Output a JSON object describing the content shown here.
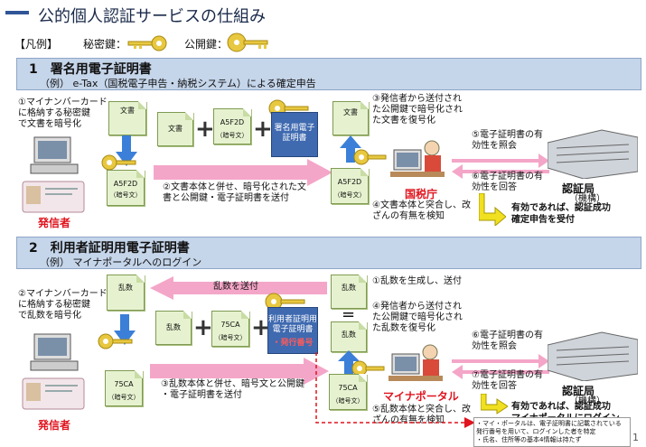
{
  "title": "公的個人認証サービスの仕組み",
  "legend": {
    "label": "【凡例】",
    "private_key": "秘密鍵：",
    "public_key": "公開鍵："
  },
  "section1": {
    "title": "1　署名用電子証明書",
    "subtitle": "（例） e-Tax（国税電子申告・納税システム）による確定申告",
    "step1": "①マイナンバーカード\nに格納する秘密鍵\nで文書を暗号化",
    "doc1": "文書",
    "doc2": "文書",
    "cipher": "A5F2D",
    "cipher_note": "（暗号文）",
    "cert": "署名用電子\n証明書",
    "doc_received": "文書",
    "cipher_received": "A5F2D",
    "step2": "②文書本体と併せ、暗号化された文\n書と公開鍵・電子証明書を送付",
    "step3": "③発信者から送付され\nた公開鍵で暗号化され\nた文書を復号化",
    "step4": "④文書本体と突合し、改\nざんの有無を検知",
    "step5": "⑤電子証明書の有\n効性を照会",
    "step6": "⑥電子証明書の有\n効性を回答",
    "sender": "発信者",
    "receiver": "国税庁",
    "authority": "認証局",
    "authority_sub": "（機構）",
    "result": "有効であれば、認証成功\n確定申告を受付"
  },
  "section2": {
    "title": "2　利用者証明用電子証明書",
    "subtitle": "（例） マイナポータルへのログイン",
    "step1": "①乱数を生成し、送付",
    "random_send": "乱数を送付",
    "step2": "②マイナンバーカード\nに格納する秘密鍵\nで乱数を暗号化",
    "rand1": "乱数",
    "rand2": "乱数",
    "rand3": "乱数",
    "rand4": "乱数",
    "cipher": "75CA",
    "cipher_note": "（暗号文）",
    "cert": "利用者証明用\n電子証明書",
    "cert_red": "・発行番号",
    "eq": "=",
    "step3": "③乱数本体と併せ、暗号文と公開鍵\n・電子証明書を送付",
    "step4": "④発信者から送付され\nた公開鍵で暗号化され\nた乱数を復号化",
    "step5": "⑤乱数本体と突合し、改\nざんの有無を検知",
    "step6": "⑥電子証明書の有\n効性を照会",
    "step7": "⑦電子証明書の有\n効性を回答",
    "sender": "発信者",
    "receiver": "マイナポータル",
    "authority": "認証局",
    "authority_sub": "（機構）",
    "result": "有効であれば、認証成功\nマイナポータルにログイン",
    "note": "・マイ・ポータルは、電子証明書に記載されている\n発行番号を用いて、ログインした者を特定\n・氏名、住所等の基本4情報は持たず"
  },
  "page_number": "1",
  "colors": {
    "band": "#c5d5ea",
    "pink_arrow": "#f4a6c8",
    "blue_arrow": "#3b7fd8",
    "red": "#e0141e",
    "cert": "#3f6ab0",
    "doc": "#e6f2cf",
    "key": "#e8c840"
  }
}
